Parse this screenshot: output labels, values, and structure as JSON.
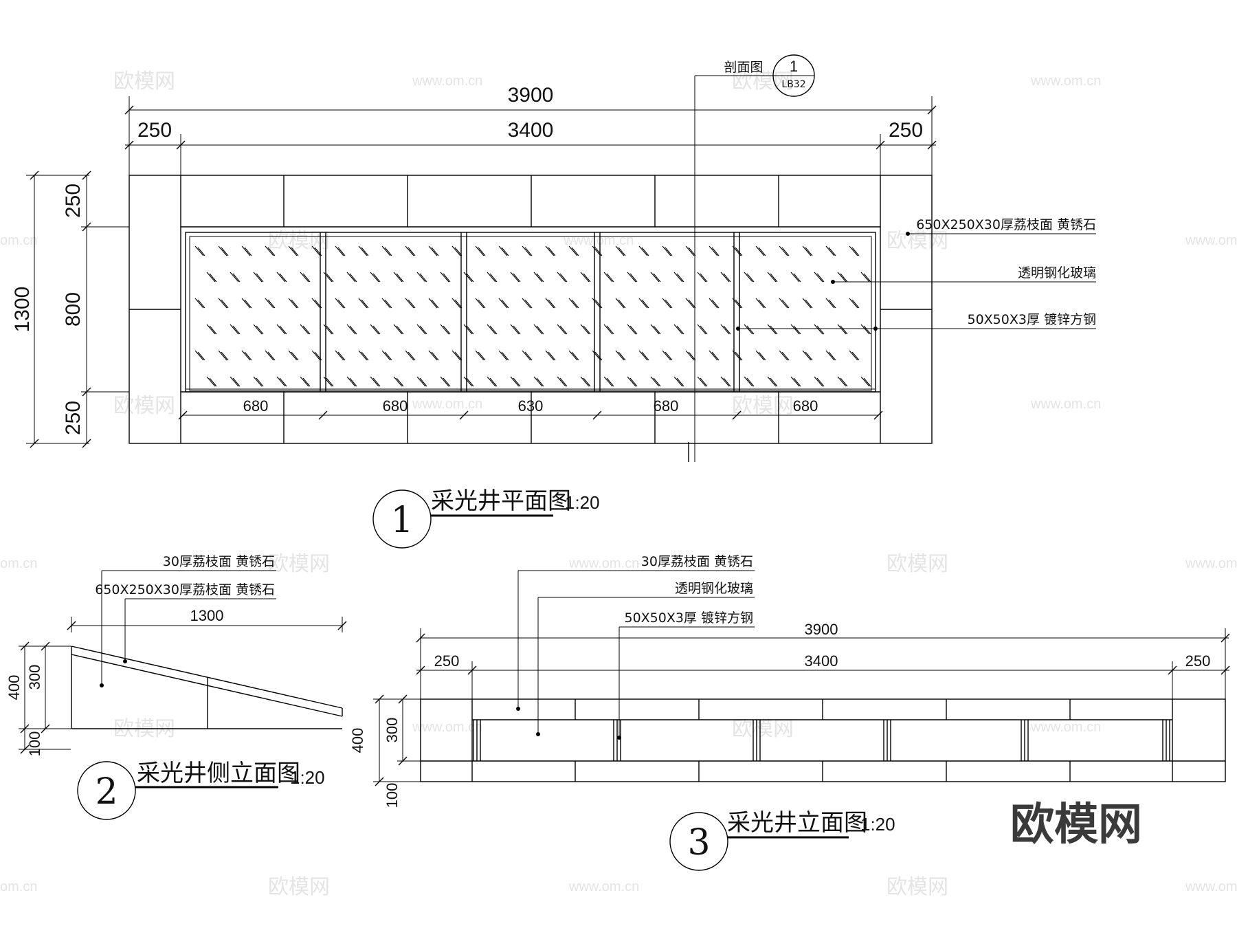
{
  "watermark": {
    "brand": "欧模网",
    "url": "www.om.cn",
    "url_short": "om.cn"
  },
  "plan": {
    "dims": {
      "total": "3900",
      "middle": "3400",
      "side_left": "250",
      "side_right": "250",
      "height_total": "1300",
      "height_top": "250",
      "height_mid": "800",
      "height_bottom": "250",
      "panels": [
        "680",
        "680",
        "630",
        "680",
        "680"
      ]
    },
    "section_ref": {
      "label": "剖面图",
      "number": "1",
      "sheet": "LB32"
    },
    "notes": [
      "650X250X30厚荔枝面 黄锈石",
      "透明钢化玻璃",
      "50X50X3厚 镀锌方钢"
    ],
    "title": {
      "number": "1",
      "text": "采光井平面图",
      "scale": "1:20"
    }
  },
  "side": {
    "dims": {
      "width": "1300",
      "h400": "400",
      "h300": "300",
      "h100": "100"
    },
    "notes": [
      "30厚荔枝面 黄锈石",
      "650X250X30厚荔枝面 黄锈石"
    ],
    "title": {
      "number": "2",
      "text": "采光井侧立面图",
      "scale": "1:20"
    }
  },
  "front": {
    "dims": {
      "total": "3900",
      "middle": "3400",
      "side_left": "250",
      "side_right": "250",
      "h400": "400",
      "h300": "300",
      "h100": "100"
    },
    "notes": [
      "30厚荔枝面 黄锈石",
      "透明钢化玻璃",
      "50X50X3厚 镀锌方钢"
    ],
    "title": {
      "number": "3",
      "text": "采光井立面图",
      "scale": "1:20"
    }
  }
}
